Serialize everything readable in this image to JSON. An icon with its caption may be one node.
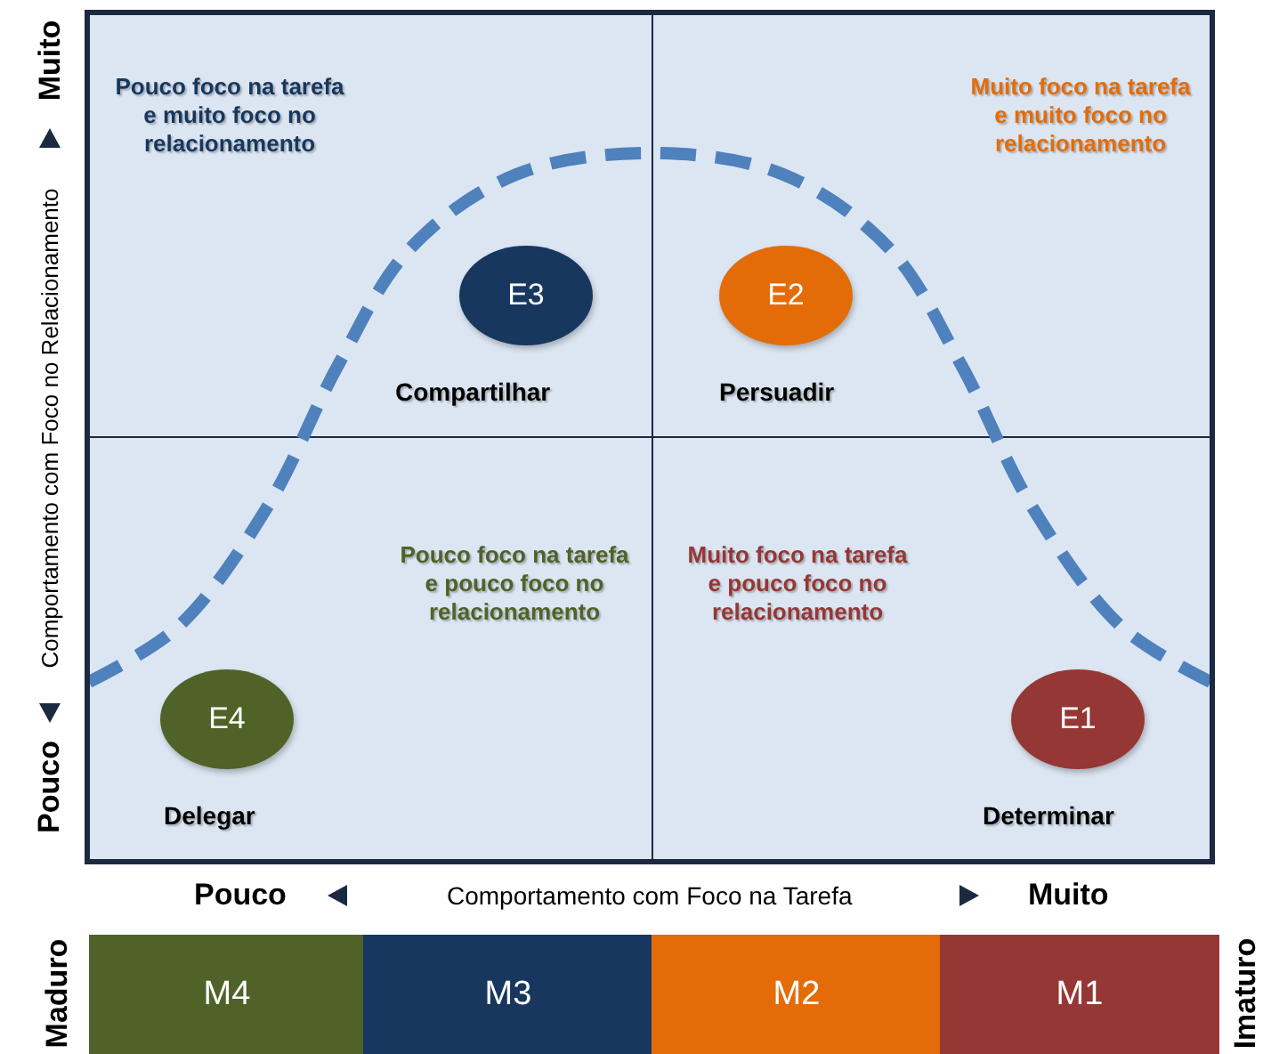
{
  "diagram": {
    "nodes": [
      {
        "text": [
          "Pouco foco na tarefa e muito foco no relacionamento"
        ]
      },
      {
        "text": [
          "E3"
        ],
        "in": 0,
        "beside": [
          "Compartilhar"
        ]
      },
      {
        "text": [
          "Muito foco na tarefa e muito foco no relacionamento"
        ]
      },
      {
        "text": [
          "E2"
        ],
        "in": 2,
        "beside": [
          "Persuadir"
        ]
      },
      {
        "text": [
          "Pouco foco na tarefa e pouco foco no relacionamento"
        ]
      },
      {
        "text": [
          "E4"
        ],
        "in": 4,
        "beside": [
          "Delegar"
        ]
      },
      {
        "text": [
          "Muito foco na tarefa e pouco foco no relacionamento"
        ]
      },
      {
        "text": [
          "E1"
        ],
        "in": 6,
        "beside": [
          "Determinar"
        ]
      },
      {
        "text": [
          "M4"
        ]
      },
      {
        "text": [
          "M3"
        ]
      },
      {
        "text": [
          "M2"
        ]
      },
      {
        "text": [
          "M1"
        ]
      }
    ],
    "edges": [],
    "labels": [
      "Muito",
      "Comportamento com Foco no Relacionamento",
      "Pouco",
      "Pouco",
      "Comportamento com Foco na Tarefa",
      "Muito",
      "Maduro",
      "Imaturo"
    ]
  }
}
